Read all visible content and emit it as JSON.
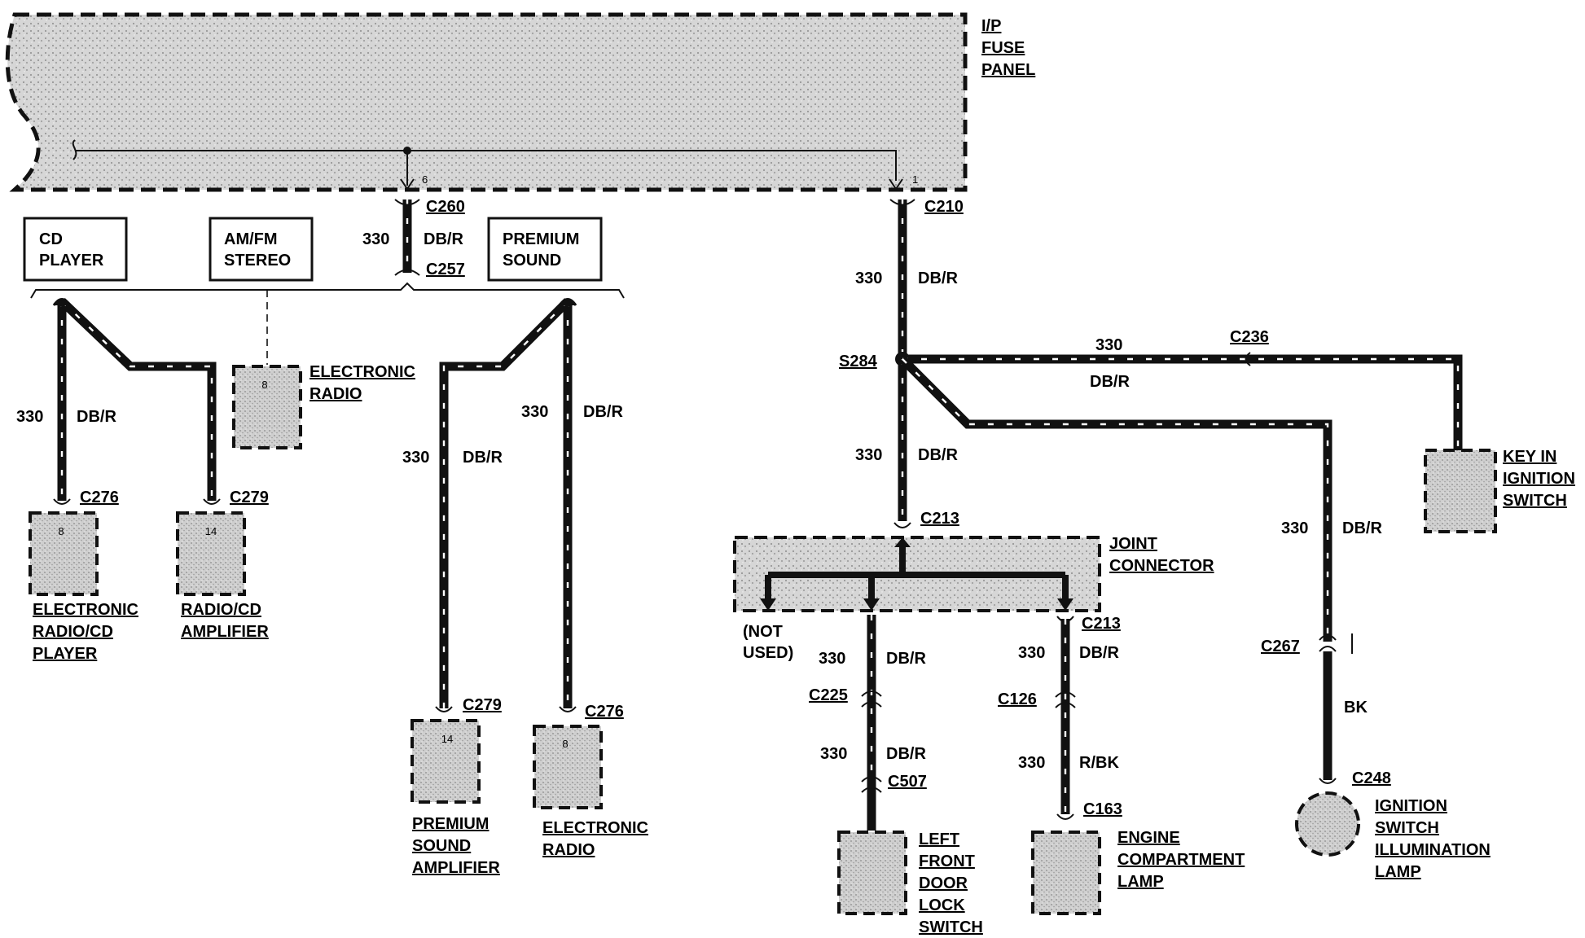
{
  "fuse_panel": {
    "label": [
      "I/P",
      "FUSE",
      "PANEL"
    ],
    "pins": [
      "6",
      "1"
    ]
  },
  "header_connectors": {
    "c260": "C260",
    "c257": "C257",
    "c210": "C210"
  },
  "audio_units": {
    "cd_player": [
      "CD",
      "PLAYER"
    ],
    "am_fm": [
      "AM/FM",
      "STEREO"
    ],
    "premium": [
      "PREMIUM",
      "SOUND"
    ]
  },
  "circuit": {
    "number": "330",
    "color": "DB/R",
    "color_rbk": "R/BK",
    "color_bk": "BK"
  },
  "splice": "S284",
  "connectors": {
    "c236": "C236",
    "c276": "C276",
    "c279": "C279",
    "c213": "C213",
    "c225": "C225",
    "c507": "C507",
    "c126": "C126",
    "c163": "C163",
    "c267": "C267",
    "c248": "C248"
  },
  "components": {
    "electronic_radio_top": {
      "label": [
        "ELECTRONIC",
        "RADIO"
      ],
      "pin": "8"
    },
    "electronic_radio_cd": {
      "label": [
        "ELECTRONIC",
        "RADIO/CD",
        "PLAYER"
      ],
      "pin": "8"
    },
    "radio_cd_amp": {
      "label": [
        "RADIO/CD",
        "AMPLIFIER"
      ],
      "pin": "14"
    },
    "premium_amp": {
      "label": [
        "PREMIUM",
        "SOUND",
        "AMPLIFIER"
      ],
      "pin": "14"
    },
    "electronic_radio_bottom": {
      "label": [
        "ELECTRONIC",
        "RADIO"
      ],
      "pin": "8"
    },
    "key_in_ignition": {
      "label": [
        "KEY IN",
        "IGNITION",
        "SWITCH"
      ]
    },
    "joint_connector": {
      "label": [
        "JOINT",
        "CONNECTOR"
      ],
      "not_used": [
        "(NOT",
        "USED)"
      ]
    },
    "left_front_door": {
      "label": [
        "LEFT",
        "FRONT",
        "DOOR",
        "LOCK",
        "SWITCH"
      ]
    },
    "engine_lamp": {
      "label": [
        "ENGINE",
        "COMPARTMENT",
        "LAMP"
      ]
    },
    "ignition_lamp": {
      "label": [
        "IGNITION",
        "SWITCH",
        "ILLUMINATION",
        "LAMP"
      ]
    }
  }
}
